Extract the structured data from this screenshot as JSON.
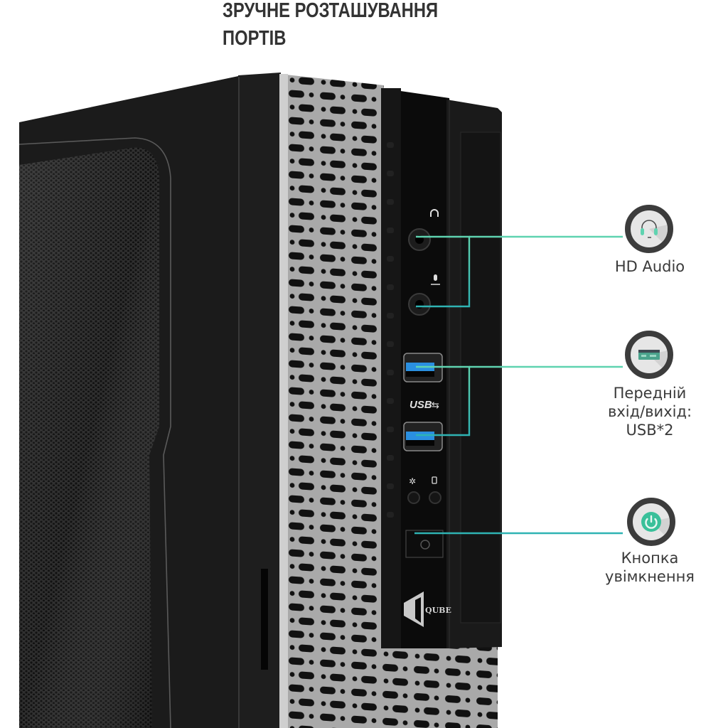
{
  "heading": {
    "line1": "ЗРУЧНЕ РОЗТАШУВАННЯ",
    "line2": "ПОРТІВ"
  },
  "callouts": [
    {
      "id": "audio",
      "icon": "headphones-icon",
      "label": "HD Audio"
    },
    {
      "id": "usb",
      "icon": "usb-port-icon",
      "label_lines": [
        "Передній",
        "вхід/вихід:",
        "USB*2"
      ]
    },
    {
      "id": "power",
      "icon": "power-icon",
      "label_lines": [
        "Кнопка",
        "увімкнення"
      ]
    }
  ],
  "front_panel": {
    "usb_label": "USB",
    "brand": "QUBE"
  },
  "colors": {
    "accent_green": "#5fd3b0",
    "accent_teal": "#2fb3b3",
    "icon_ring": "#3c3c3c",
    "text": "#3a3a3a"
  }
}
